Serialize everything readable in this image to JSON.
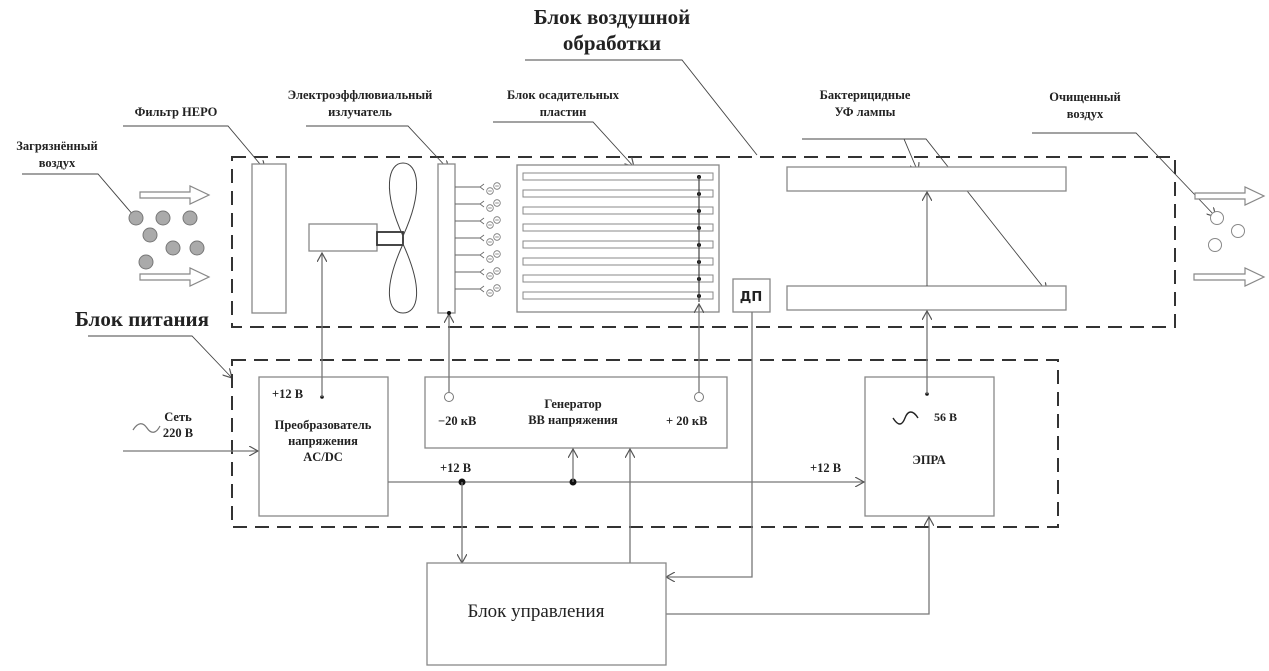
{
  "title": {
    "air_block_line1": "Блок воздушной",
    "air_block_line2": "обработки",
    "power_block": "Блок питания"
  },
  "callouts": {
    "dirty_air_line1": "Загрязнённый",
    "dirty_air_line2": "воздух",
    "hepa_filter": "Фильтр НЕРО",
    "emitter_line1": "Электроэффлювиальный",
    "emitter_line2": "излучатель",
    "plates_line1": "Блок осадительных",
    "plates_line2": "пластин",
    "uv_line1": "Бактерицидные",
    "uv_line2": "УФ лампы",
    "clean_air_line1": "Очищенный",
    "clean_air_line2": "воздух"
  },
  "sensor": {
    "label": "ДП"
  },
  "mains": {
    "label_line1": "Сеть",
    "label_line2": "220 В",
    "icon": "ac-wave-icon"
  },
  "converter": {
    "output": "+12 В",
    "line1": "Преобразователь",
    "line2": "напряжения",
    "line3": "AC/DC"
  },
  "hv_generator": {
    "line1": "Генератор",
    "line2": "ВВ напряжения",
    "neg": "−20 кВ",
    "pos": "+ 20 кВ"
  },
  "ballast": {
    "voltage": "56 В",
    "name": "ЭПРА",
    "icon": "sine-wave-icon"
  },
  "bus": {
    "label_left": "+12 В",
    "label_right": "+12 В"
  },
  "control_unit": {
    "label": "Блок управления"
  },
  "ion_symbol": "⊖"
}
